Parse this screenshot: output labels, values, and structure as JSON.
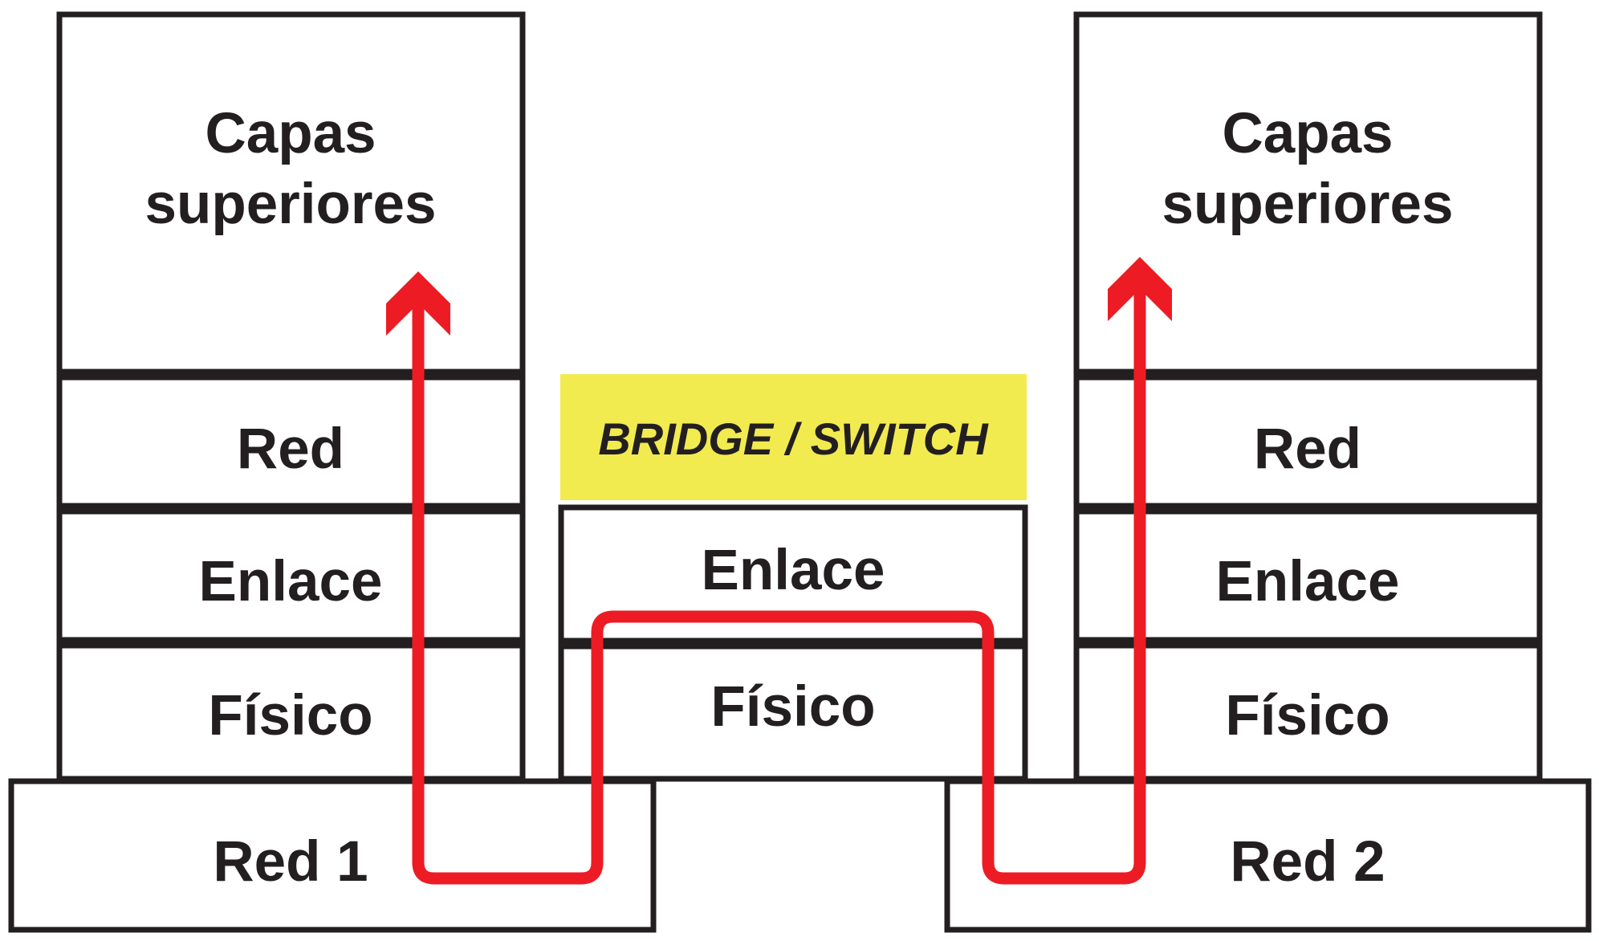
{
  "left_stack": {
    "upper_layers_line1": "Capas",
    "upper_layers_line2": "superiores",
    "network_layer": "Red",
    "link_layer": "Enlace",
    "physical_layer": "Físico"
  },
  "bridge": {
    "label": "BRIDGE / SWITCH",
    "label_bg_color": "#f2eb4f",
    "link_layer": "Enlace",
    "physical_layer": "Físico"
  },
  "right_stack": {
    "upper_layers_line1": "Capas",
    "upper_layers_line2": "superiores",
    "network_layer": "Red",
    "link_layer": "Enlace",
    "physical_layer": "Físico"
  },
  "networks": {
    "left": "Red 1",
    "right": "Red 2"
  },
  "colors": {
    "outline": "#231f20",
    "path": "#ed1c24",
    "bridge_label": "#f2eb4f"
  }
}
